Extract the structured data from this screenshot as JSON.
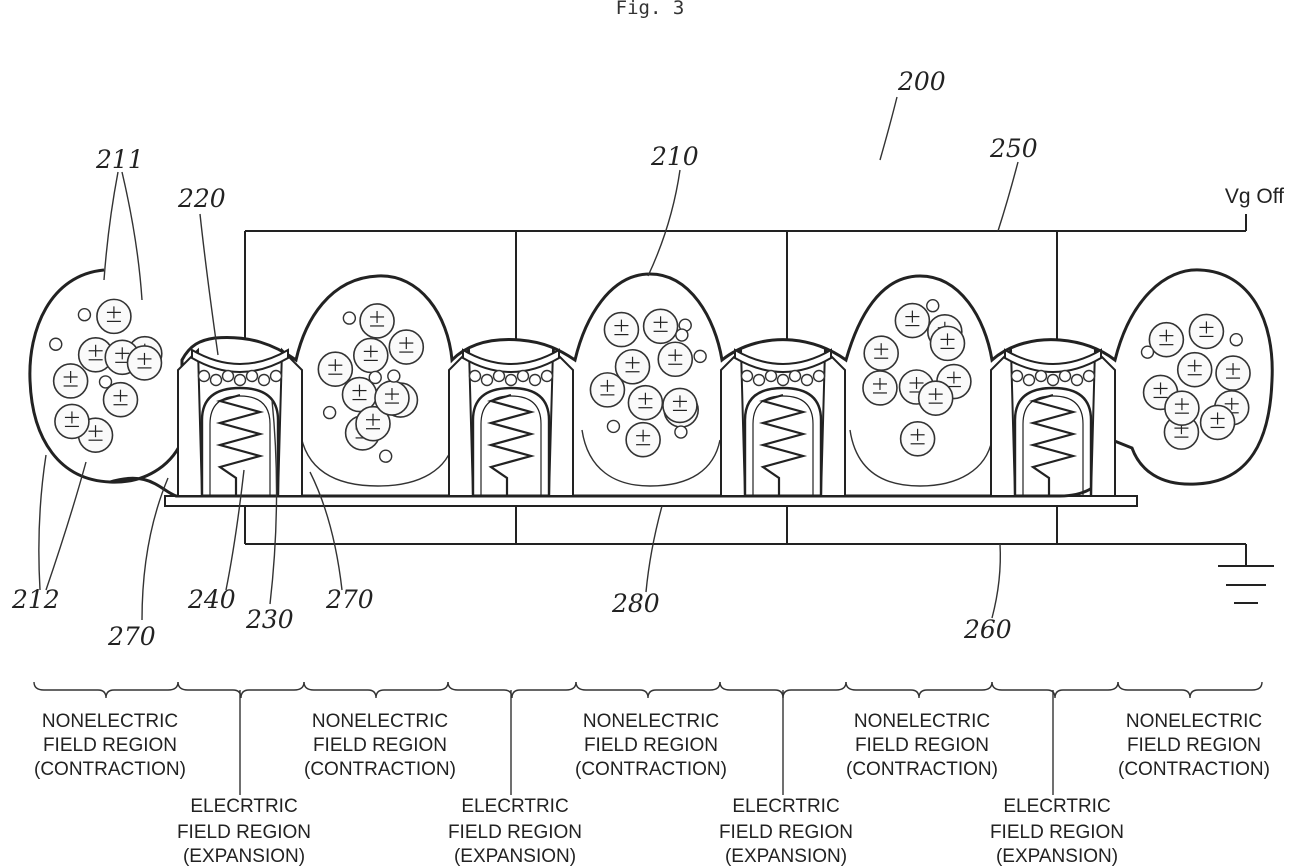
{
  "figure_title": "Fig. 3",
  "voltage_label": "Vg Off",
  "reference_numerals": {
    "device": "200",
    "electrode_top": "250",
    "electrode_bottom": "260",
    "cell_center": "210",
    "particles_large": "211",
    "particles_small": "212",
    "membrane": "220",
    "chamber": "230",
    "spring": "240",
    "side_wall_left": "270",
    "side_wall_right": "270",
    "base_plate": "280"
  },
  "regions": {
    "nonelectric": [
      {
        "line1": "NONELECTRIC",
        "line2": "FIELD REGION",
        "line3": "(CONTRACTION)"
      },
      {
        "line1": "NONELECTRIC",
        "line2": "FIELD REGION",
        "line3": "(CONTRACTION)"
      },
      {
        "line1": "NONELECTRIC",
        "line2": "FIELD REGION",
        "line3": "(CONTRACTION)"
      },
      {
        "line1": "NONELECTRIC",
        "line2": "FIELD REGION",
        "line3": "(CONTRACTION)"
      },
      {
        "line1": "NONELECTRIC",
        "line2": "FIELD REGION",
        "line3": "(CONTRACTION)"
      }
    ],
    "electric": [
      {
        "line1": "ELECRTRIC",
        "line2": "FIELD REGION",
        "line3": "(EXPANSION)"
      },
      {
        "line1": "ELECRTRIC",
        "line2": "FIELD REGION",
        "line3": "(EXPANSION)"
      },
      {
        "line1": "ELECRTRIC",
        "line2": "FIELD REGION",
        "line3": "(EXPANSION)"
      },
      {
        "line1": "ELECRTRIC",
        "line2": "FIELD REGION",
        "line3": "(EXPANSION)"
      }
    ]
  },
  "colors": {
    "ink": "#222222",
    "background": "#ffffff"
  }
}
